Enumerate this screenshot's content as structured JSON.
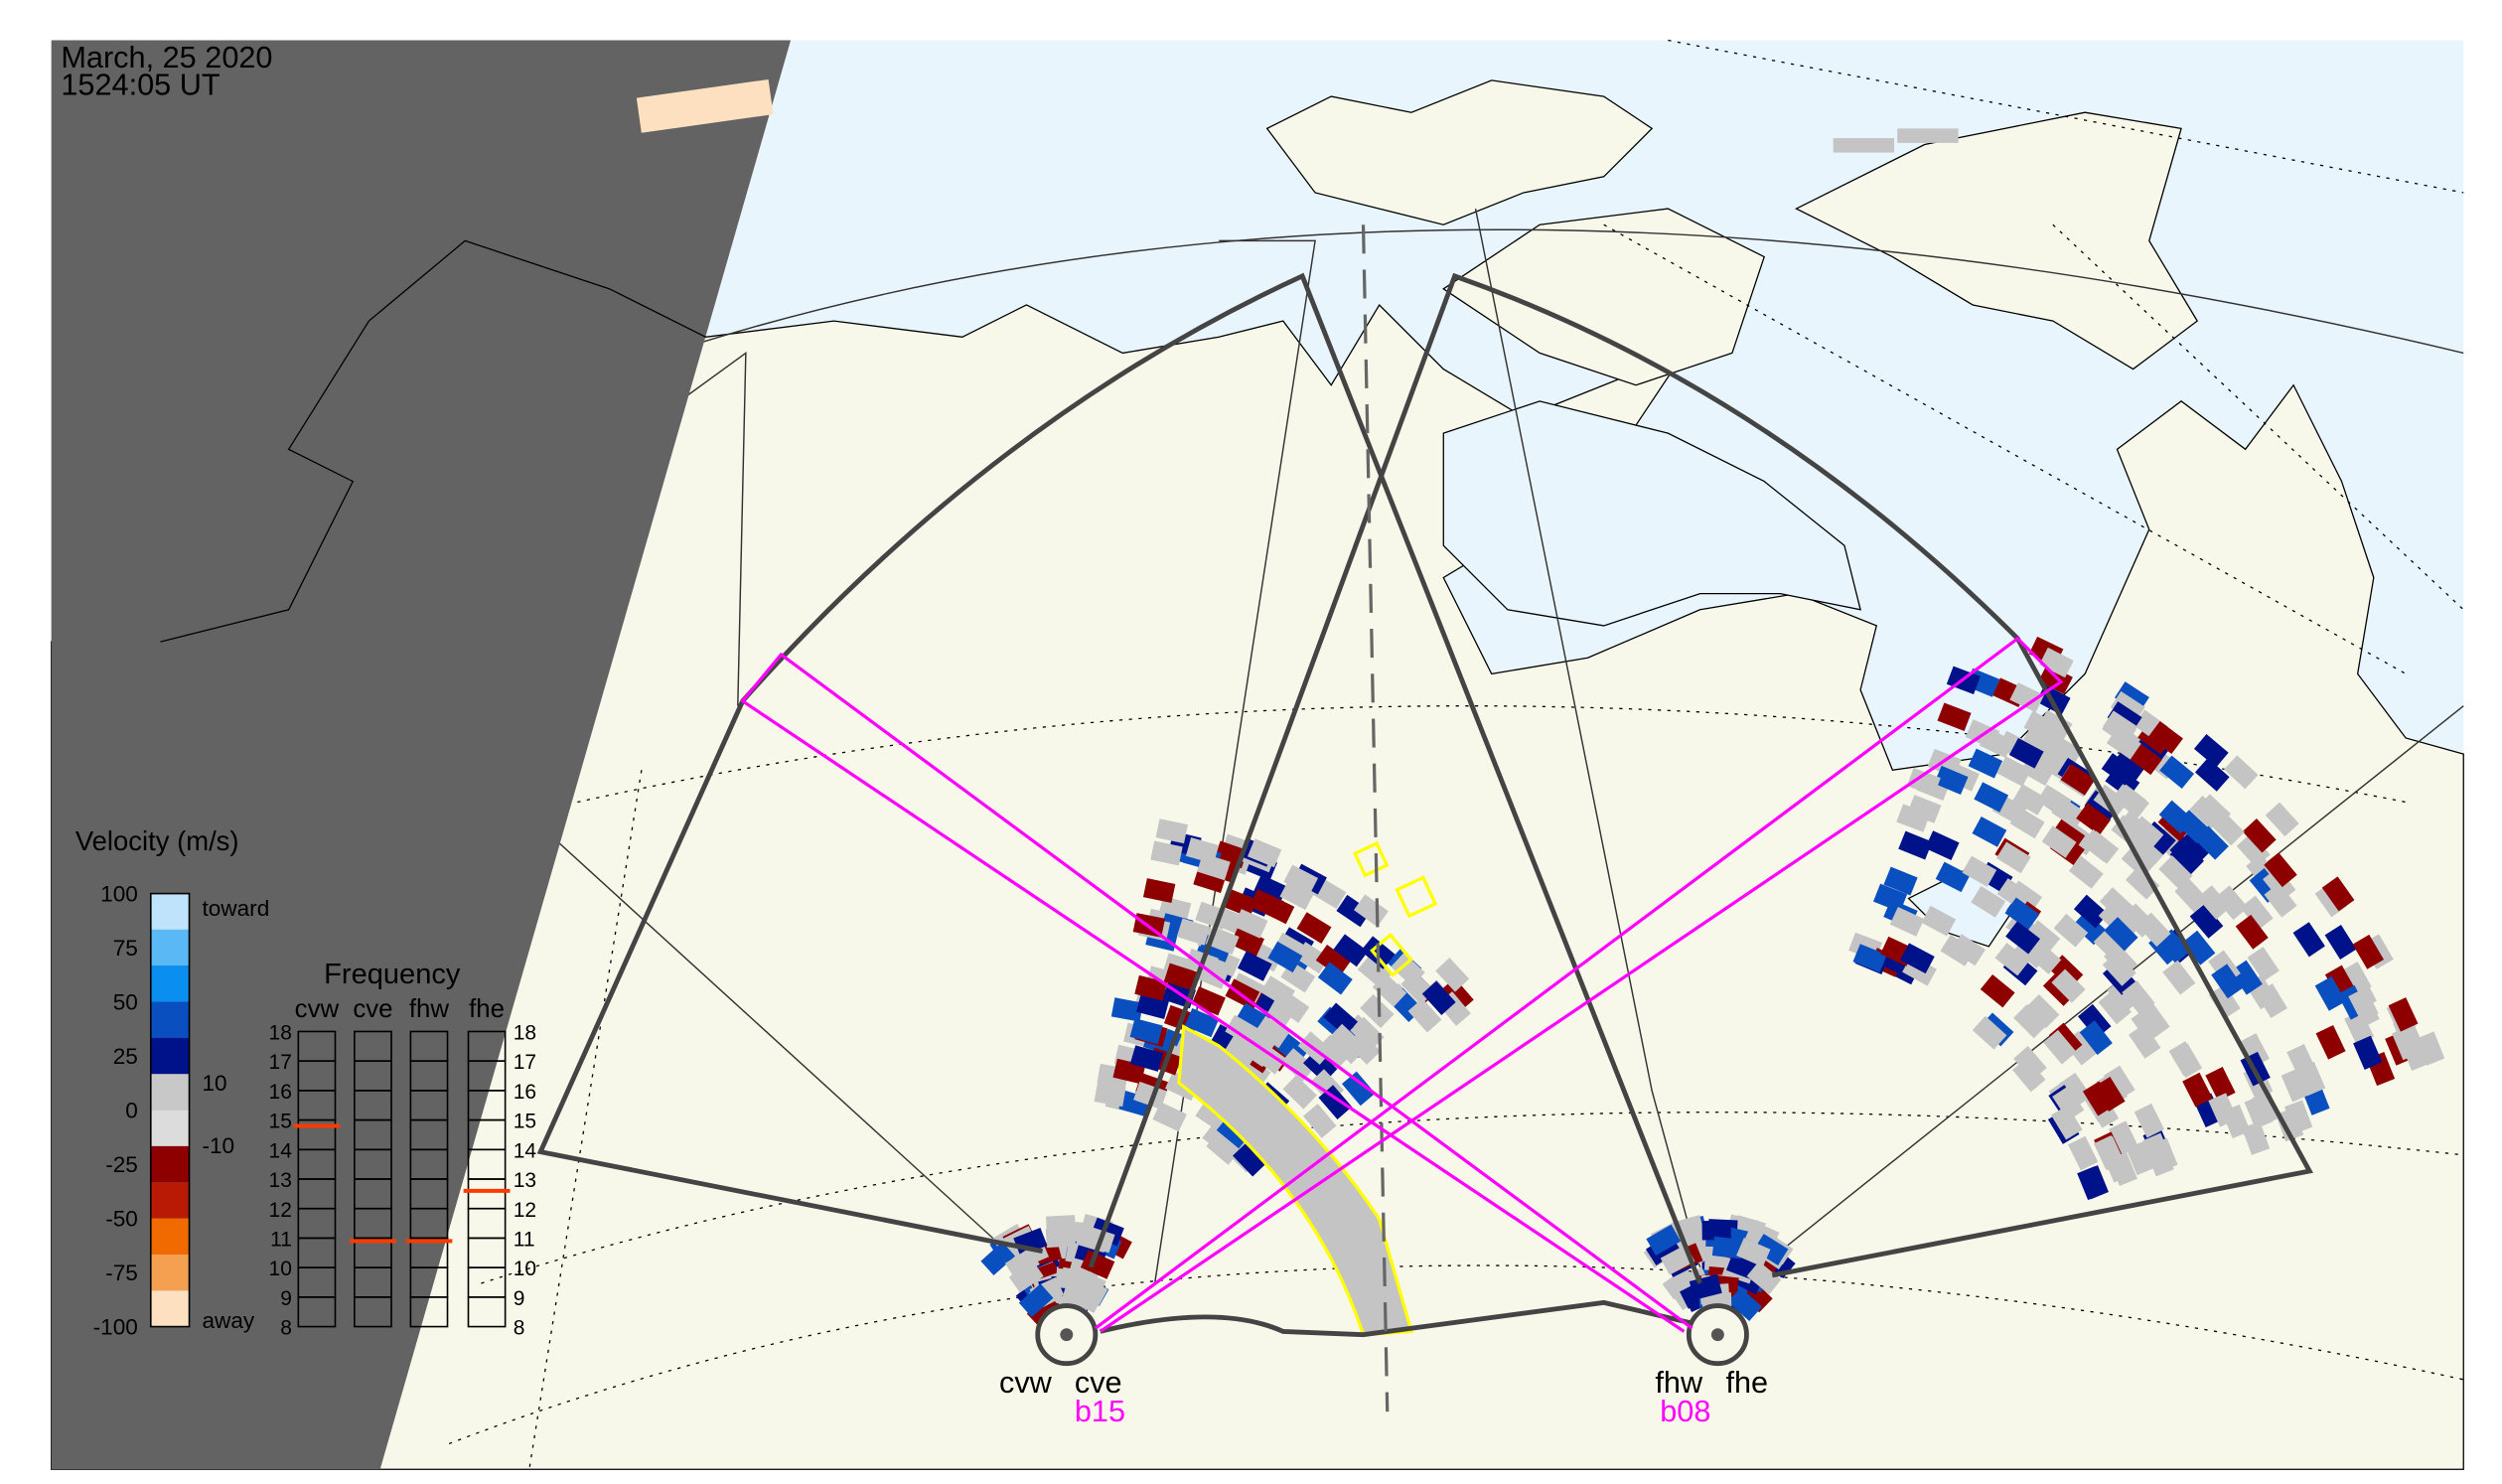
{
  "header": {
    "date": "March, 25 2020",
    "time": "1524:05 UT"
  },
  "velocity_legend": {
    "title": "Velocity (m/s)",
    "ticks": [
      "100",
      "75",
      "50",
      "25",
      "0",
      "-25",
      "-50",
      "-75",
      "-100"
    ],
    "toward_label": "toward",
    "away_label": "away",
    "inner_ticks": [
      "10",
      "-10"
    ],
    "colors": [
      "#bfe3fb",
      "#5ab8f5",
      "#0a8ef0",
      "#0a4fc0",
      "#00128a",
      "#c8c8c8",
      "#dcdcdc",
      "#8e0000",
      "#b81a05",
      "#f06a00",
      "#f5a050",
      "#fde0c0"
    ]
  },
  "frequency_legend": {
    "title": "Frequency",
    "radars": [
      "cvw",
      "cve",
      "fhw",
      "fhe"
    ],
    "scale": [
      "18",
      "17",
      "16",
      "15",
      "14",
      "13",
      "12",
      "11",
      "10",
      "9",
      "8"
    ],
    "values_mhz": [
      14.8,
      10.9,
      10.9,
      12.6
    ],
    "marker_color": "#ff3a00"
  },
  "radars": {
    "cv": {
      "labels": [
        "cvw",
        "cve"
      ],
      "beam": "b15"
    },
    "fh": {
      "labels": [
        "fhw",
        "fhe"
      ],
      "beam": "b08"
    }
  },
  "colors": {
    "night": "#636363",
    "land": "#f8f8ea",
    "ocean": "#e8f5fd",
    "beam": "#ff00ff",
    "highlight": "#ffff00",
    "groundscatter": "#c4c4c4"
  }
}
